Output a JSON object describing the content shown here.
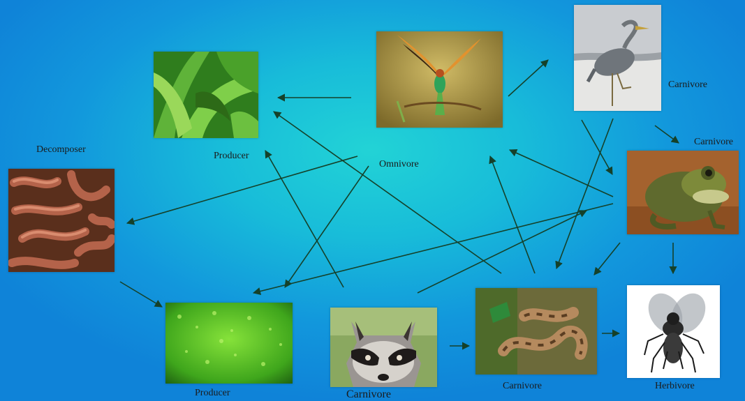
{
  "labels": {
    "decomposer": "Decomposer",
    "producer_top": "Producer",
    "omnivore": "Omnivore",
    "carnivore_heron": "Carnivore",
    "carnivore_frog": "Carnivore",
    "producer_bottom": "Producer",
    "carnivore_raccoon": "Carnivore",
    "carnivore_snake": "Carnivore",
    "herbivore": "Herbivore"
  },
  "icons": {
    "plant": "plant-leaves-icon",
    "bird": "bee-eater-bird-icon",
    "heron": "heron-icon",
    "frog": "frog-icon",
    "worms": "earthworms-icon",
    "moss": "moss-icon",
    "raccoon": "raccoon-icon",
    "snake": "snake-icon",
    "fly": "fly-icon"
  },
  "colors": {
    "arrow": "#15412a",
    "label": "#1b1b1b"
  }
}
